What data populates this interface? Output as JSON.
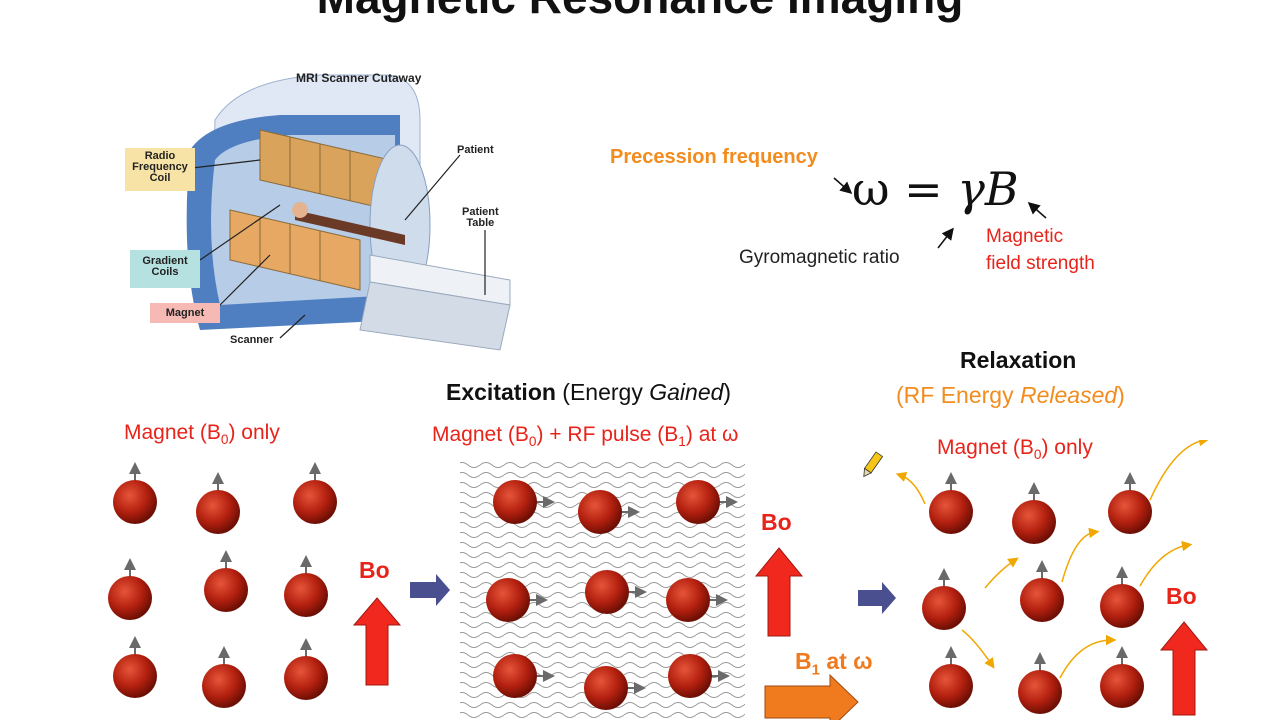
{
  "slide_title": "Magnetic Resonance Imaging",
  "scanner": {
    "title": "MRI Scanner Cutaway",
    "labels": {
      "rf_coil": [
        "Radio",
        "Frequency",
        "Coil"
      ],
      "gradient": [
        "Gradient",
        "Coils"
      ],
      "magnet": "Magnet",
      "patient": "Patient",
      "table": [
        "Patient",
        "Table"
      ],
      "scanner": "Scanner"
    }
  },
  "equation": {
    "lhs": "ω",
    "equals": "=",
    "gamma": "γ",
    "field": "B",
    "precession_label": "Precession frequency",
    "gyro_label": "Gyromagnetic ratio",
    "field_label": [
      "Magnetic",
      "field strength"
    ]
  },
  "panels": {
    "rest": {
      "caption": "Magnet (B",
      "sub": "0",
      "caption_end": ") only",
      "field": "Bo"
    },
    "excitation": {
      "heading_bold": "Excitation",
      "heading_open": " (Energy ",
      "heading_italic": "Gained",
      "heading_close": ")",
      "caption_a": "Magnet (B",
      "sub_a": "0",
      "caption_b": ") + RF pulse (B",
      "sub_b": "1",
      "caption_c": ") at ω",
      "field": "Bo",
      "rf_a": "B",
      "rf_sub": "1",
      "rf_b": " at ω"
    },
    "relaxation": {
      "heading": "Relaxation",
      "sub_open": "(RF Energy ",
      "sub_italic": "Released",
      "sub_close": ")",
      "caption": "Magnet (B",
      "sub": "0",
      "caption_end": ") only",
      "field": "Bo"
    }
  },
  "colors": {
    "orange": "#f28c1e",
    "red": "#e8231a",
    "proton": "#b3200f",
    "arrow_blue": "#4a4f8f",
    "scanner_blue": "#4f7fc1",
    "coil_tan": "#d9a35c"
  }
}
